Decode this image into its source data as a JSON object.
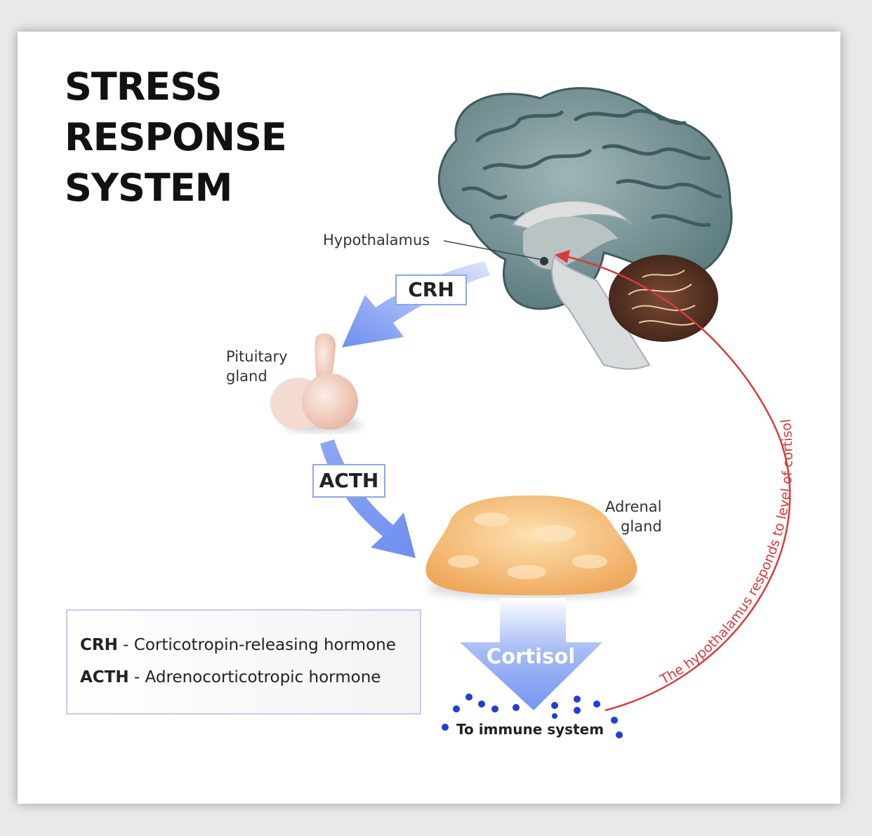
{
  "title": {
    "line1": "STRESS",
    "line2": "RESPONSE",
    "line3": "SYSTEM"
  },
  "labels": {
    "hypothalamus": "Hypothalamus",
    "pituitary_line1": "Pituitary",
    "pituitary_line2": "gland",
    "adrenal_line1": "Adrenal",
    "adrenal_line2": "gland",
    "crh": "CRH",
    "acth": "ACTH",
    "cortisol": "Cortisol",
    "immune": "To immune system",
    "feedback": "The hypothalamus responds to level of cortisol"
  },
  "legend": {
    "crh_abbr": "CRH",
    "crh_def": " - Corticotropin-releasing hormone",
    "acth_abbr": "ACTH",
    "acth_def": " - Adrenocorticotropic hormone"
  },
  "colors": {
    "arrow_blue": "#6e8ff0",
    "feedback_red": "#d93a3a",
    "brain": "#6f8f92",
    "adrenal": "#f2b46a",
    "molecule": "#1f3fd6"
  }
}
